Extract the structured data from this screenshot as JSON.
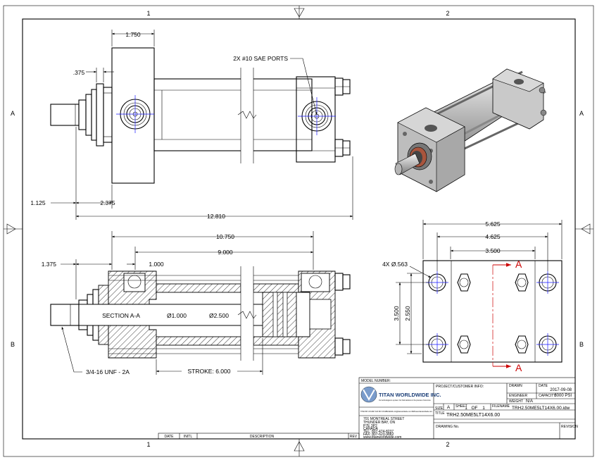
{
  "border": {
    "zones_top": [
      "1",
      "2"
    ],
    "zones_bottom": [
      "1",
      "2"
    ],
    "zones_left": [
      "A",
      "B"
    ],
    "zones_right": [
      "A",
      "B"
    ]
  },
  "top_view": {
    "dim_1750": "1.750",
    "dim_375": ".375",
    "dim_1125": "1.125",
    "dim_2375": "2.375",
    "dim_12810": "12.810",
    "ports_label": "2X #10 SAE PORTS"
  },
  "section_view": {
    "dim_10750": "10.750",
    "dim_9000": "9.000",
    "dim_1375": "1.375",
    "dim_1000": "1.000",
    "section_label": "SECTION A-A",
    "rod_dia": "Ø1.000",
    "bore_dia": "Ø2.500",
    "thread_label": "3/4-16 UNF - 2A",
    "stroke_label": "STROKE: 6.000"
  },
  "end_view": {
    "dim_5625": "5.625",
    "dim_4625": "4.625",
    "dim_3500_h": "3.500",
    "holes_label": "4X Ø.563",
    "dim_3500_v": "3.500",
    "dim_2550": "2.550",
    "section_mark": "A"
  },
  "title_block": {
    "model_number_label": "MODEL NUMBER:",
    "company_name": "TITAN WORLDWIDE INC.",
    "company_tagline": "Our technologies is a power. Our fluid solutions in the process of tomorrow.",
    "company_contacts_small": "TITAN 807-474-8237   FAX 807-474-9882   EMAIL info@titanworldwide.com   WEB www.titanworldwide.com",
    "address": [
      "701 MONTREAL STREET",
      "THUNDER BAY, ON",
      "P7E 3P2",
      "CANADA",
      "TEL: 807-474-8237",
      "FAX: 807-623-9882",
      "www.titanworldwide.com"
    ],
    "project_label": "PROJECT/CUSTOMER INFO:",
    "drawn_label": "DRAWN",
    "date_label": "DATE",
    "date_value": "2017-09-08",
    "engineer_label": "ENGINEER",
    "capacity_label": "CAPACITY",
    "capacity_value": "3000 PSI",
    "weight_label": "WEIGHT",
    "weight_value": "N/A",
    "size_label": "SIZE",
    "size_value": "A",
    "sheet_label": "SHEET",
    "sheet_value": "1",
    "sheet_of": "OF",
    "sheet_total": "1",
    "filename_label": "FILENAME",
    "filename_value": "TRH2.50ME5LT14X6.00.idw",
    "title_label": "TITLE",
    "title_value": "TRH2.50ME5LT14X6.00",
    "drawing_no_label": "DRAWING No.",
    "revision_label": "REVISION",
    "rev_col_date": "DATE",
    "rev_col_initials": "INITL",
    "rev_col_description": "DESCRIPTION",
    "rev_col_rev": "REV"
  }
}
